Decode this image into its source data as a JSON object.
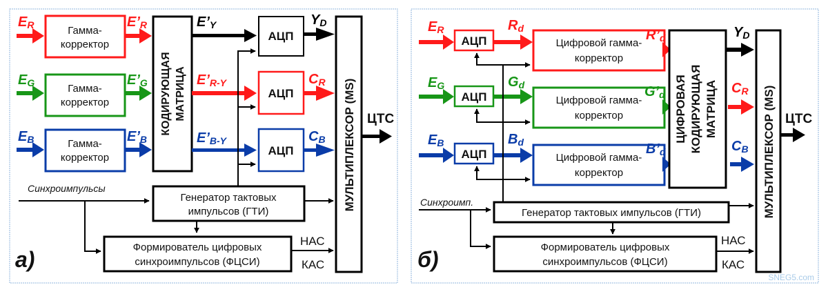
{
  "colors": {
    "red": "#ff1a1a",
    "green": "#179617",
    "blue": "#0a3ca8",
    "black": "#000000",
    "frame": "#8fb4dc",
    "watermark": "#a9cbe8"
  },
  "panel_a": {
    "tag": "а)",
    "inputs": [
      {
        "main": "E",
        "sub": "R",
        "color": "red"
      },
      {
        "main": "E",
        "sub": "G",
        "color": "green"
      },
      {
        "main": "E",
        "sub": "B",
        "color": "blue"
      }
    ],
    "gamma_line1": "Гамма-",
    "gamma_line2": "корректор",
    "gamma_outputs": [
      {
        "main": "E’",
        "sub": "R"
      },
      {
        "main": "E’",
        "sub": "G"
      },
      {
        "main": "E’",
        "sub": "B"
      }
    ],
    "matrix_line1": "КОДИРУЮЩАЯ",
    "matrix_line2": "МАТРИЦА",
    "matrix_outputs": [
      {
        "main": "E’",
        "sub": "Y"
      },
      {
        "main": "E’",
        "sub": "R-Y"
      },
      {
        "main": "E’",
        "sub": "B-Y"
      }
    ],
    "adc": "АЦП",
    "adc_outputs": [
      {
        "main": "Y",
        "sub": "D"
      },
      {
        "main": "C",
        "sub": "R"
      },
      {
        "main": "C",
        "sub": "B"
      }
    ],
    "mux": "МУЛЬТИПЛЕКСОР (MS)",
    "output": "ЦТС",
    "sync_label": "Синхроимпульсы",
    "gti_line1": "Генератор тактовых",
    "gti_line2": "импульсов (ГТИ)",
    "fcsi_line1": "Формирователь цифровых",
    "fcsi_line2": "синхроимпульсов (ФЦСИ)",
    "nas": "НАС",
    "kas": "КАС"
  },
  "panel_b": {
    "tag": "б)",
    "inputs": [
      {
        "main": "E",
        "sub": "R"
      },
      {
        "main": "E",
        "sub": "G"
      },
      {
        "main": "E",
        "sub": "B"
      }
    ],
    "adc": "АЦП",
    "adc_outputs": [
      {
        "main": "R",
        "sub": "d"
      },
      {
        "main": "G",
        "sub": "d"
      },
      {
        "main": "B",
        "sub": "d"
      }
    ],
    "gamma_line1": "Цифровой гамма-",
    "gamma_line2": "корректор",
    "gamma_outputs": [
      {
        "main": "R’",
        "sub": "d"
      },
      {
        "main": "G’",
        "sub": "d"
      },
      {
        "main": "B’",
        "sub": "d"
      }
    ],
    "matrix_line1": "ЦИФРОВАЯ",
    "matrix_line2": "КОДИРУЮЩАЯ",
    "matrix_line3": "МАТРИЦА",
    "matrix_outputs": [
      {
        "main": "Y",
        "sub": "D"
      },
      {
        "main": "C",
        "sub": "R"
      },
      {
        "main": "C",
        "sub": "B"
      }
    ],
    "mux": "МУЛЬТИПЛЕКСОР (MS)",
    "output": "ЦТС",
    "sync_label": "Синхроимп.",
    "gti_line1": "Генератор тактовых импульсов (ГТИ)",
    "fcsi_line1": "Формирователь цифровых",
    "fcsi_line2": "синхроимпульсов (ФЦСИ)",
    "nas": "НАС",
    "kas": "КАС"
  },
  "watermark": "SNEG5.com"
}
